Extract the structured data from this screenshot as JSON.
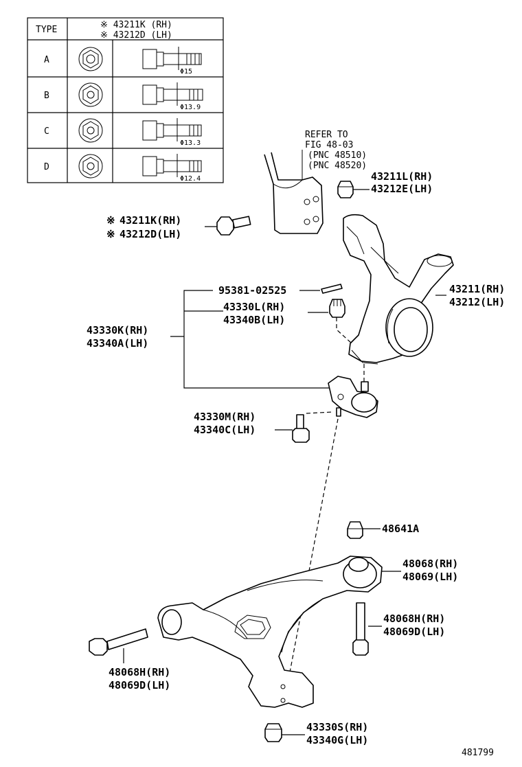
{
  "table": {
    "header_type": "TYPE",
    "header_part_rh": "※ 43211K (RH)",
    "header_part_lh": "※ 43212D (LH)",
    "rows": [
      {
        "type": "A",
        "dia": "Φ15"
      },
      {
        "type": "B",
        "dia": "Φ13.9"
      },
      {
        "type": "C",
        "dia": "Φ13.3"
      },
      {
        "type": "D",
        "dia": "Φ12.4"
      }
    ]
  },
  "refer": {
    "line1": "REFER TO",
    "line2": "FIG 48-03",
    "line3": "(PNC 48510)",
    "line4": "(PNC 48520)"
  },
  "labels": {
    "bolt_rh": "43211K(RH)",
    "bolt_lh": "43212D(LH)",
    "mark": "※",
    "nut_top_rh": "43211L(RH)",
    "nut_top_lh": "43212E(LH)",
    "knuckle_rh": "43211(RH)",
    "knuckle_lh": "43212(LH)",
    "pin": "95381-02525",
    "castle_rh": "43330L(RH)",
    "castle_lh": "43340B(LH)",
    "balljoint_rh": "43330K(RH)",
    "balljoint_lh": "43340A(LH)",
    "bj_bolt_rh": "43330M(RH)",
    "bj_bolt_lh": "43340C(LH)",
    "nut_arm": "48641A",
    "arm_rh": "48068(RH)",
    "arm_lh": "48069(LH)",
    "arm_bolt_right_rh": "48068H(RH)",
    "arm_bolt_right_lh": "48069D(LH)",
    "arm_bolt_left_rh": "48068H(RH)",
    "arm_bolt_left_lh": "48069D(LH)",
    "bj_nut_rh": "43330S(RH)",
    "bj_nut_lh": "43340G(LH)",
    "figure_id": "481799"
  }
}
